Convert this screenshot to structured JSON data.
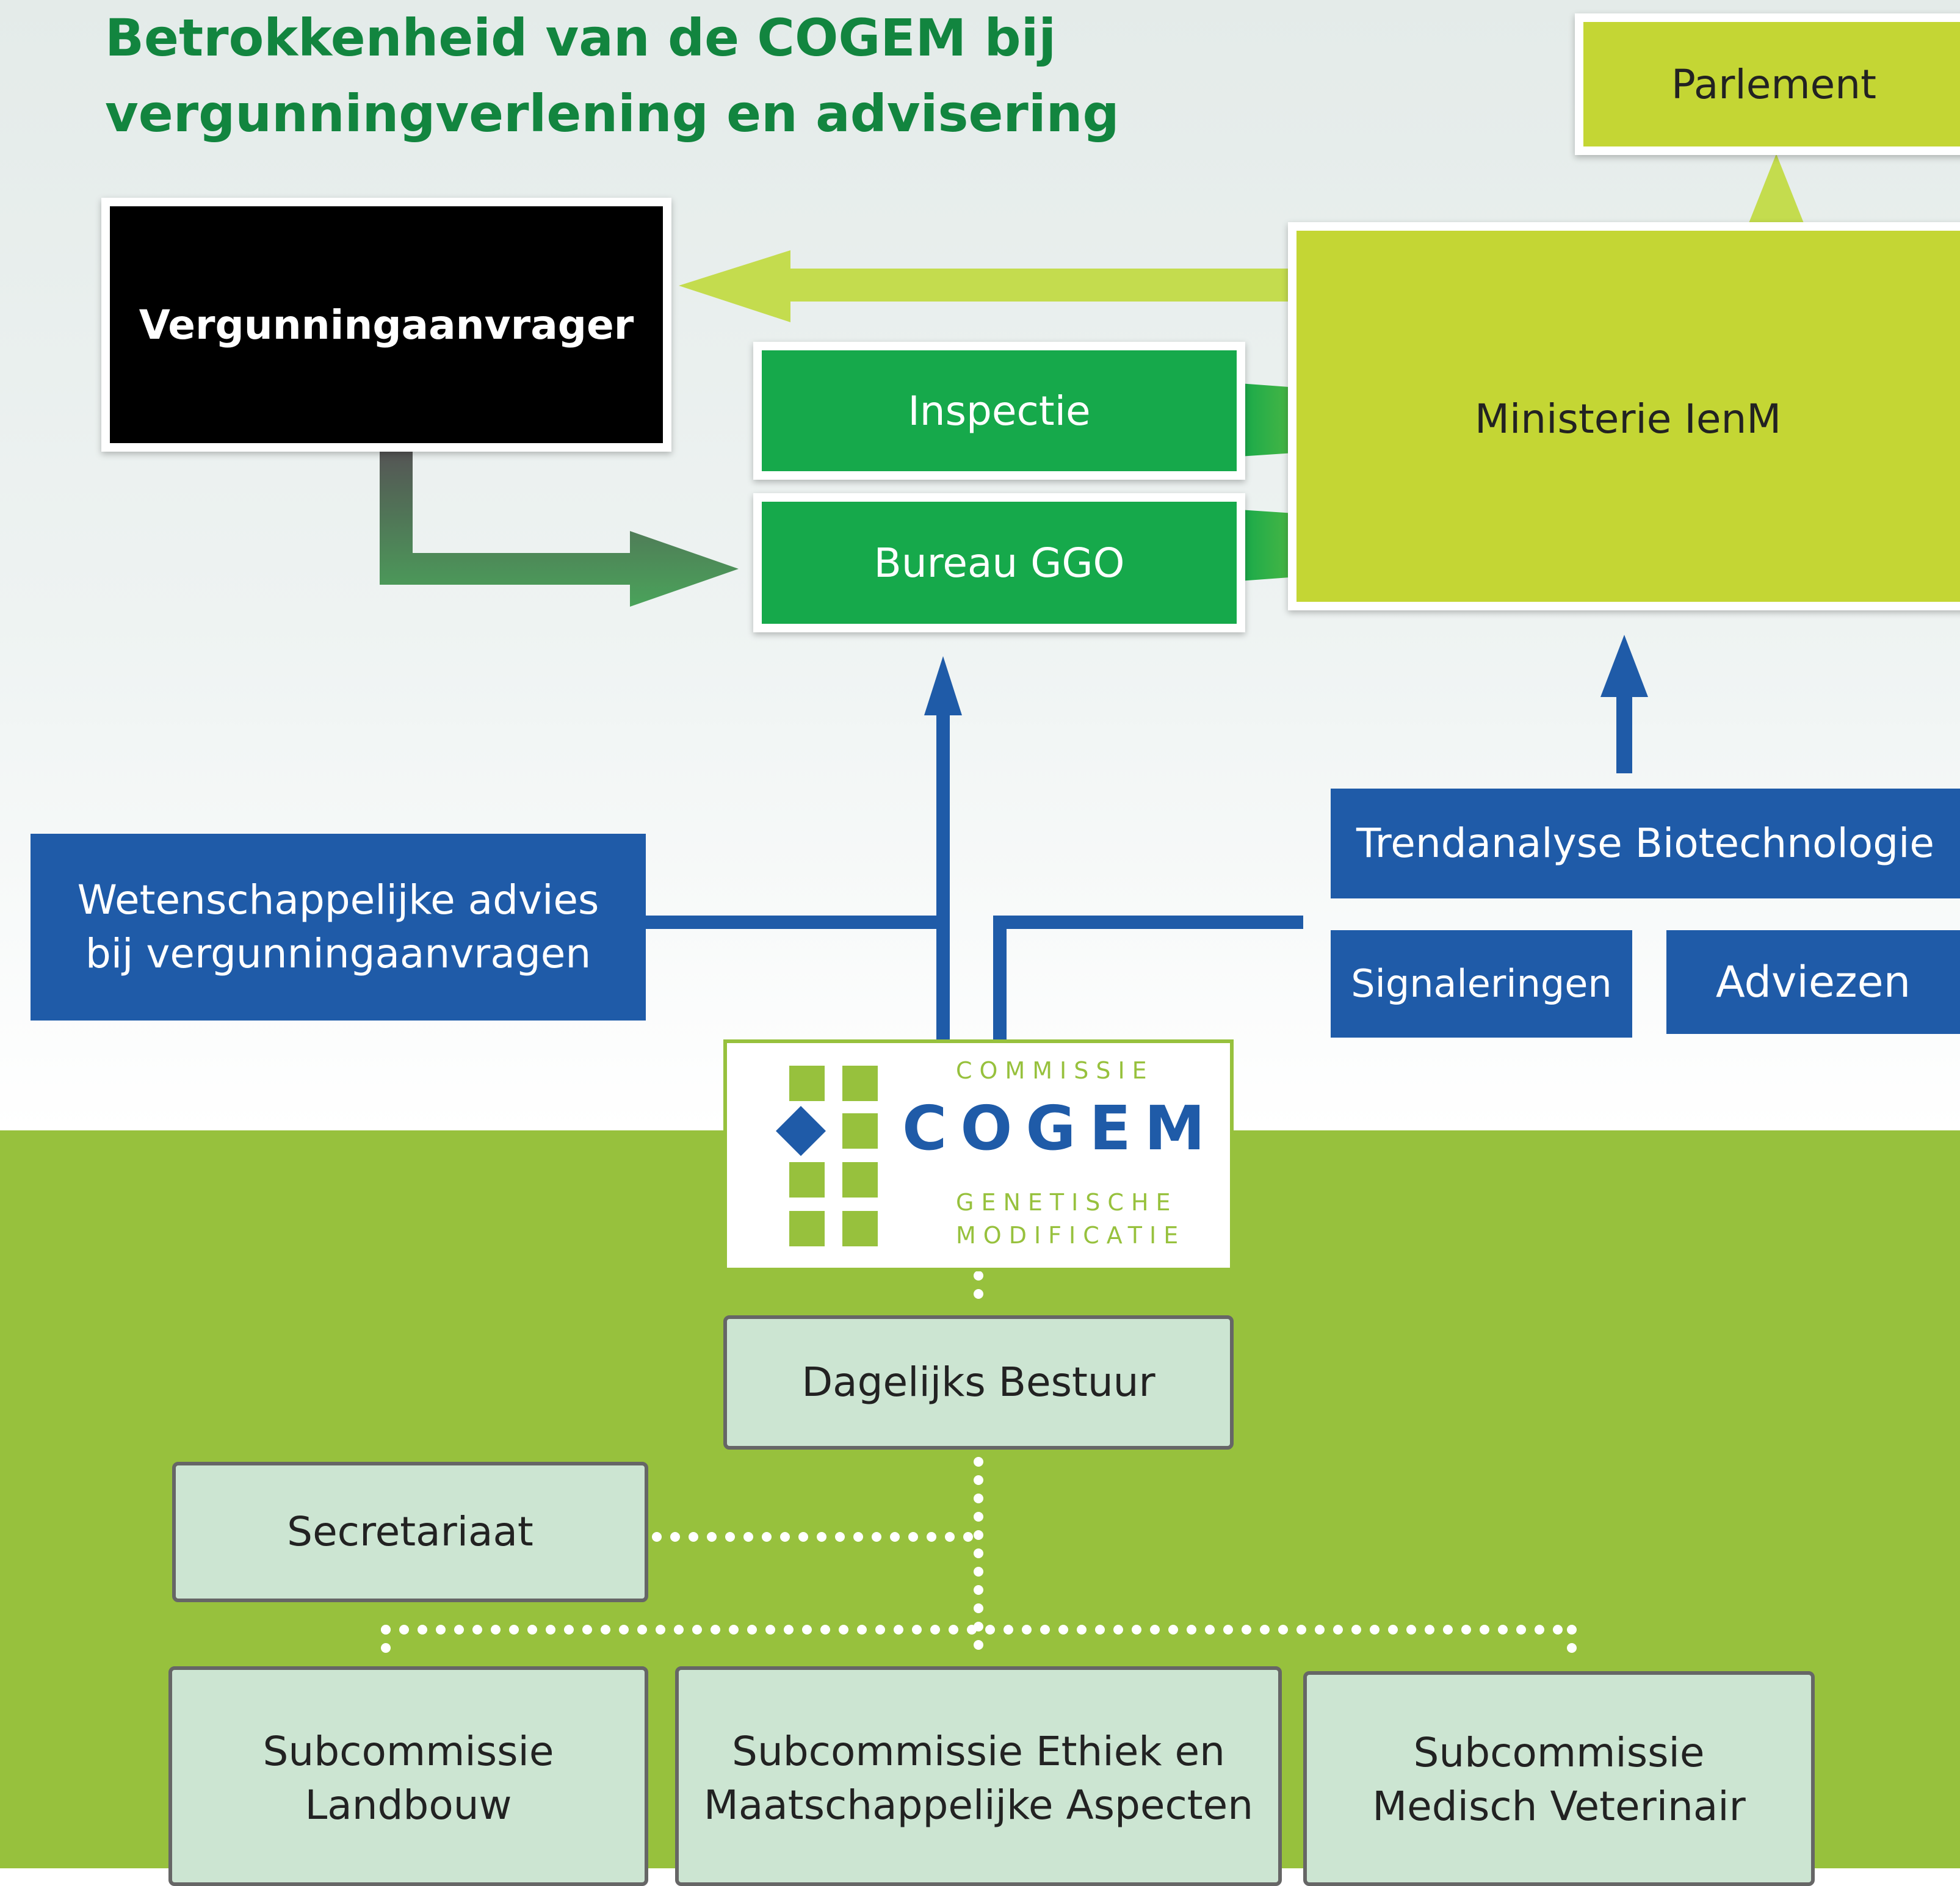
{
  "title_line1": "Betrokkenheid van de COGEM bij",
  "title_line2": "vergunningverlening en advisering",
  "parlement": "Parlement",
  "vergunningaanvrager": "Vergunningaanvrager",
  "inspectie": "Inspectie",
  "bureau_ggo": "Bureau GGO",
  "ministerie": "Ministerie IenM",
  "wetenschappelijke_line1": "Wetenschappelijke advies",
  "wetenschappelijke_line2": "bij vergunningaanvragen",
  "trendanalyse": "Trendanalyse Biotechnologie",
  "signaleringen": "Signaleringen",
  "adviezen": "Adviezen",
  "logo": {
    "commissie": "COMMISSIE",
    "name": "COGEM",
    "genetische": "GENETISCHE",
    "modificatie": "MODIFICATIE"
  },
  "dagelijks_bestuur": "Dagelijks Bestuur",
  "secretariaat": "Secretariaat",
  "sub_landbouw_line1": "Subcommissie",
  "sub_landbouw_line2": "Landbouw",
  "sub_ethiek_line1": "Subcommissie Ethiek en",
  "sub_ethiek_line2": "Maatschappelijke Aspecten",
  "sub_medisch_line1": "Subcommissie",
  "sub_medisch_line2": "Medisch Veterinair",
  "colors": {
    "title_green": "#12853f",
    "box_green": "#16a94b",
    "lime": "#c4d634",
    "blue": "#1f5ba8",
    "pale_green": "#cce5d2",
    "background_green": "#97c13d"
  }
}
